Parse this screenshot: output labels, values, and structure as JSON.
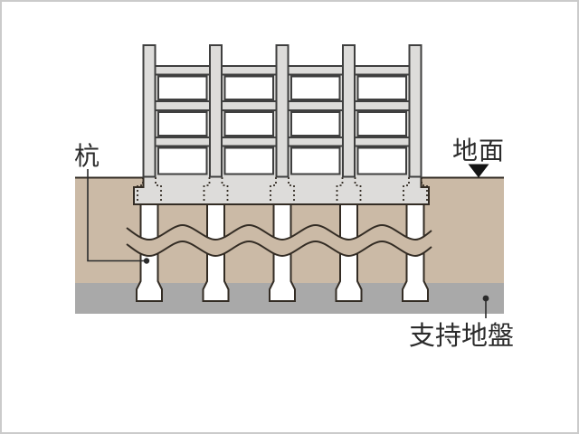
{
  "diagram": {
    "title_context": "pile-foundation-section-diagram",
    "labels": {
      "pile": "杭",
      "ground_surface": "地面",
      "bearing_stratum": "支持地盤"
    },
    "structure": {
      "pile_count": 5,
      "building_bay_count": 4,
      "building_window_rows": 3
    },
    "colors": {
      "soil_layer": "#cbbaa6",
      "bearing_layer": "#a9a9a9",
      "structure_fill": "#dddcda",
      "opening_fill": "#ffffff",
      "outline": "#332c24",
      "building_outline": "#3f3f3f",
      "text": "#2b2b2b",
      "background": "#ffffff",
      "frame_border": "#cbcbcb"
    }
  }
}
